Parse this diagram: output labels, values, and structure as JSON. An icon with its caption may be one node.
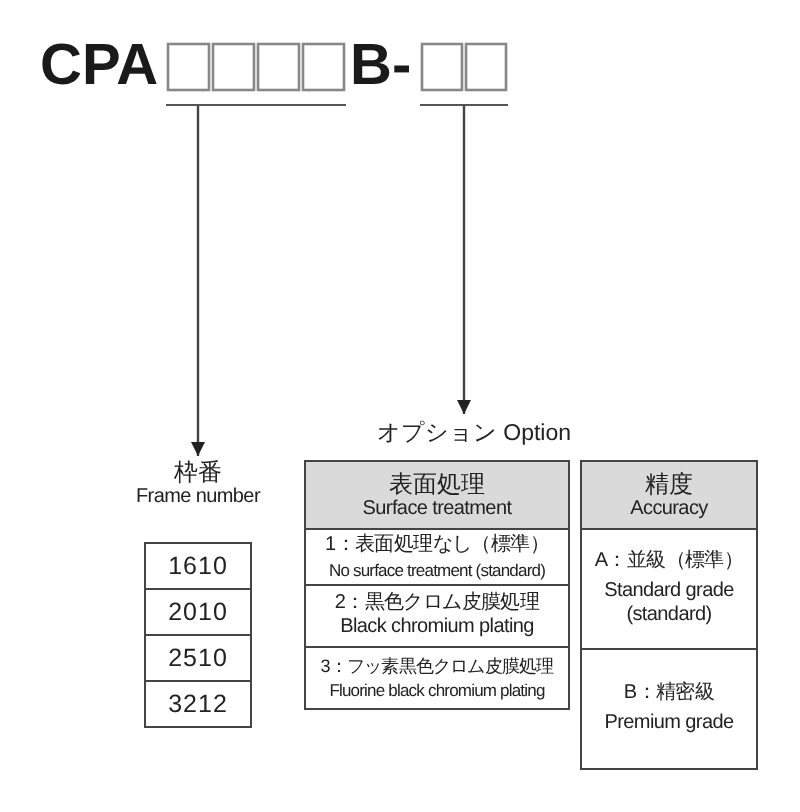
{
  "diagram": {
    "nodes": [
      {
        "text": [],
        "shape": "box"
      },
      {
        "text": [],
        "shape": "box"
      },
      {
        "text": [
          "枠番",
          "Frame number"
        ]
      },
      {
        "text": [
          "1610"
        ]
      },
      {
        "text": [
          "2010"
        ]
      },
      {
        "text": [
          "2510"
        ]
      },
      {
        "text": [
          "3212"
        ]
      },
      {
        "text": [
          "オプション Option"
        ]
      },
      {
        "text": [
          "表面処理",
          "Surface treatment"
        ]
      },
      {
        "text": [
          "1：表面処理なし（標準）",
          "No surface treatment (standard)"
        ]
      },
      {
        "text": [
          "2：黒色クロム皮膜処理",
          "Black chromium plating"
        ]
      },
      {
        "text": [
          "3：フッ素黒色クロム皮膜処理",
          "Fluorine black chromium plating"
        ]
      },
      {
        "text": [
          "精度",
          "Accuracy"
        ]
      },
      {
        "text": [
          "A：並級（標準）",
          "Standard grade (standard)"
        ]
      },
      {
        "text": [
          "B：精密級",
          "Premium grade"
        ]
      }
    ],
    "edges": [
      {
        "from": 0,
        "to": 2,
        "arrow": "to"
      },
      {
        "from": 1,
        "to": 7,
        "arrow": "to"
      }
    ],
    "labels": [
      "CPA",
      "B-"
    ]
  }
}
